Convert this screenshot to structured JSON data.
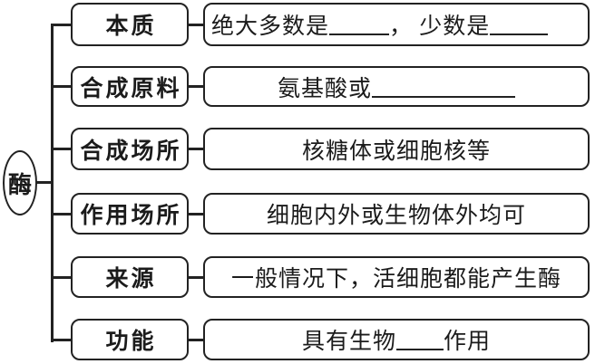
{
  "root": {
    "label": "酶"
  },
  "line_color": "#222222",
  "rows": [
    {
      "name": "essence",
      "category": "本质",
      "align": "left",
      "segments": [
        {
          "t": "绝大多数是"
        },
        {
          "b": 66
        },
        {
          "t": "， 少数是"
        },
        {
          "b": 64
        }
      ]
    },
    {
      "name": "raw-material",
      "category": "合成原料",
      "align": "center",
      "segments": [
        {
          "t": "氨基酸或"
        },
        {
          "b": 158
        }
      ]
    },
    {
      "name": "synthesis-site",
      "category": "合成场所",
      "align": "center",
      "segments": [
        {
          "t": "核糖体或细胞核等"
        }
      ]
    },
    {
      "name": "action-site",
      "category": "作用场所",
      "align": "center",
      "segments": [
        {
          "t": "细胞内外或生物体外均可"
        }
      ]
    },
    {
      "name": "source",
      "category": "来源",
      "align": "center",
      "segments": [
        {
          "t": "一般情况下，活细胞都能产生酶"
        }
      ]
    },
    {
      "name": "function",
      "category": "功能",
      "align": "center",
      "segments": [
        {
          "t": "具有生物"
        },
        {
          "b": 52
        },
        {
          "t": "作用"
        }
      ]
    }
  ]
}
